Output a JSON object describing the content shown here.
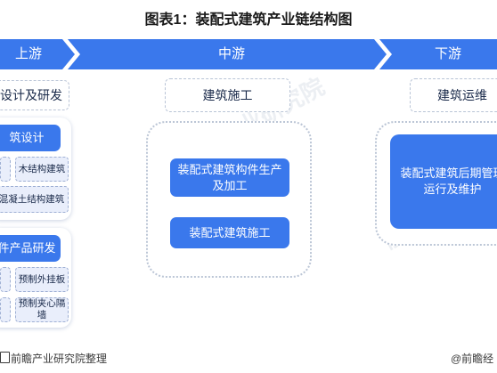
{
  "title": "图表1：装配式建筑产业链结构图",
  "stages": {
    "upstream": "上游",
    "midstream": "中游",
    "downstream": "下游"
  },
  "upstream": {
    "heading": "设计及研发",
    "group1": {
      "title": "筑设计",
      "items": [
        "木结构建筑",
        "混凝土结构建筑"
      ]
    },
    "group2": {
      "title": "件产品研发",
      "items": [
        "预制外挂板",
        "预制夹心隔墙"
      ]
    }
  },
  "midstream": {
    "heading": "建筑施工",
    "items": [
      "装配式建筑构件生产及加工",
      "装配式建筑施工"
    ]
  },
  "downstream": {
    "heading": "建筑运维",
    "item": "装配式建筑后期管理运行及维护"
  },
  "footer": {
    "source": "前瞻产业研究院整理",
    "brand": "@前瞻经"
  },
  "watermark": "前瞻产业研究院",
  "colors": {
    "stage_bar": "#3a78ec",
    "blue_box": "#3a78ec",
    "sub_box": "#e9eefb"
  }
}
